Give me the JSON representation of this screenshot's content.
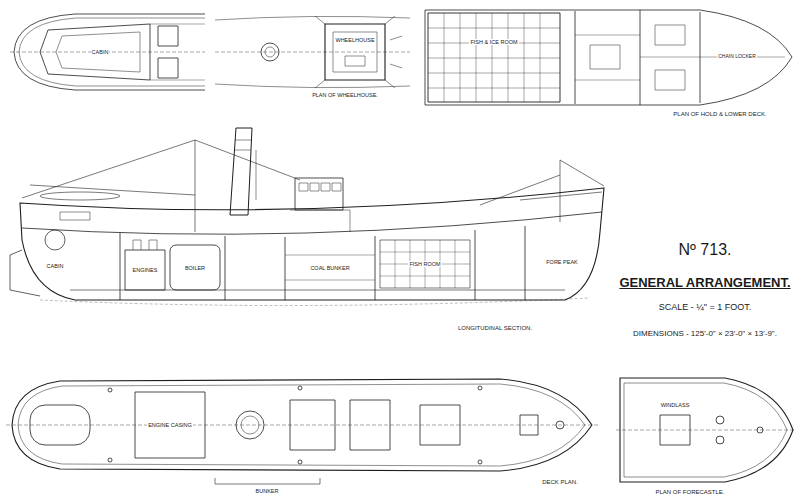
{
  "diagram": {
    "title": "GENERAL ARRANGEMENT.",
    "labels": [
      "Nº 713.",
      "SCALE - ¼\" = 1 FOOT.",
      "DIMENSIONS - 125'-0\" × 23'-0\" × 13'-9\".",
      "PLAN OF HOLD & LOWER DECK.",
      "PLAN OF WHEELHOUSE.",
      "LONGITUDINAL SECTION.",
      "DECK PLAN.",
      "PLAN OF FORECASTLE.",
      "CABIN",
      "CABIN",
      "ENGINES",
      "BOILER",
      "COAL BUNKER",
      "FISH & ICE ROOM",
      "FISH ROOM",
      "CHAIN LOCKER",
      "FORE PEAK",
      "BUNKER",
      "ENGINE CASING",
      "WHEELHOUSE",
      "WINDLASS"
    ]
  }
}
